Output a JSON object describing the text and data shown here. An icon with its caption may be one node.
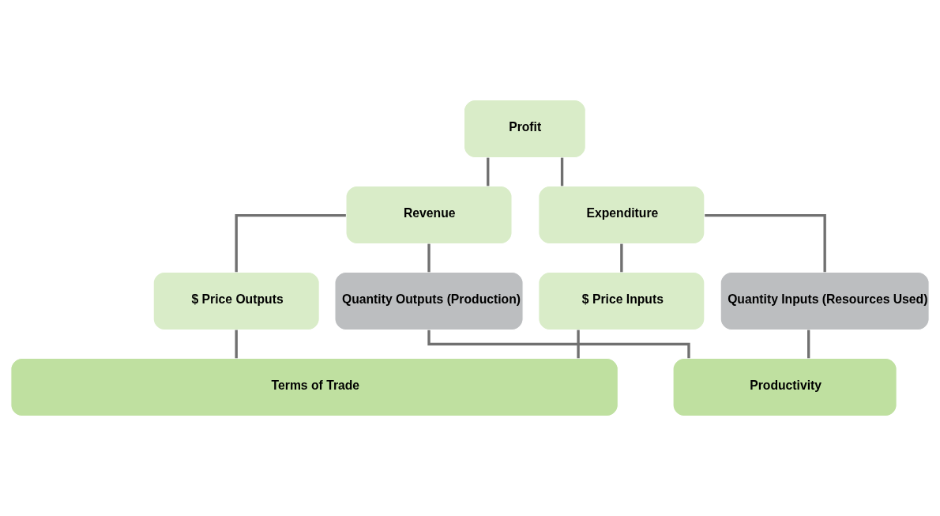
{
  "diagram": {
    "nodes": [
      {
        "text": [
          "Profit"
        ]
      },
      {
        "text": [
          "Revenue"
        ]
      },
      {
        "text": [
          "Expenditure"
        ]
      },
      {
        "text": [
          "$ Price Outputs"
        ]
      },
      {
        "text": [
          "Quantity Outputs (Production)"
        ]
      },
      {
        "text": [
          "Quantity Inputs (Resources Used)"
        ]
      },
      {
        "text": [
          "$ Price Inputs"
        ]
      },
      {
        "text": [
          "Productivity"
        ]
      },
      {
        "text": [
          "Terms of Trade"
        ]
      }
    ],
    "edges": [
      {
        "from": 0,
        "to": 1,
        "arrow": "none"
      },
      {
        "from": 0,
        "to": 2,
        "arrow": "none"
      },
      {
        "from": 1,
        "to": 3,
        "arrow": "none"
      },
      {
        "from": 1,
        "to": 4,
        "arrow": "none"
      },
      {
        "from": 2,
        "to": 5,
        "arrow": "none"
      },
      {
        "from": 2,
        "to": 6,
        "arrow": "none"
      },
      {
        "from": 4,
        "to": 7,
        "arrow": "none"
      },
      {
        "from": 5,
        "to": 7,
        "arrow": "none"
      },
      {
        "from": 3,
        "to": 8,
        "arrow": "none"
      },
      {
        "from": 6,
        "to": 8,
        "arrow": "none"
      }
    ]
  }
}
